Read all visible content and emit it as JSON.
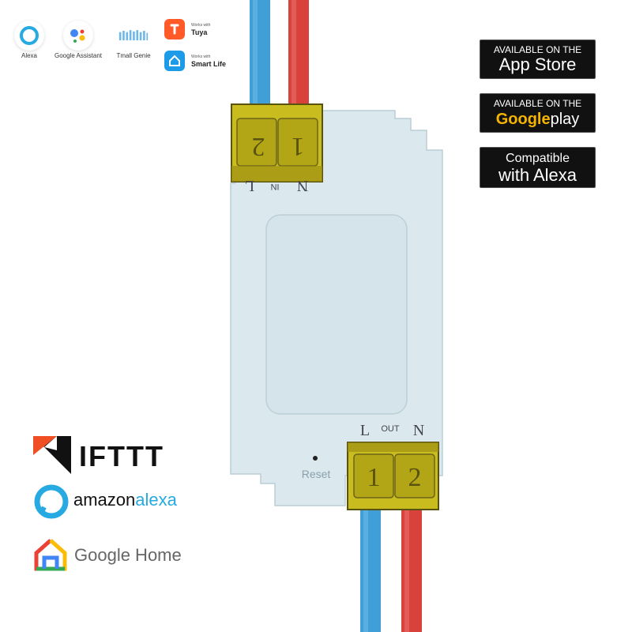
{
  "ecosystem": {
    "alexa": "Alexa",
    "google_assistant": "Google Assistant",
    "tmall": "Tmall Genie",
    "tuya_small": "Works with",
    "tuya_big": "Tuya",
    "smartlife_small": "Works with",
    "smartlife_big": "Smart Life"
  },
  "badges": {
    "appstore_line1": "AVAILABLE ON THE",
    "appstore_line2": "App Store",
    "google_line1": "AVAILABLE ON THE",
    "google_word": "Google",
    "google_play": "play",
    "alexa_line1": "Compatible",
    "alexa_line2": "with Alexa"
  },
  "device": {
    "top_label_L": "L",
    "top_label_IN": "IN",
    "top_label_N": "N",
    "bottom_label_L": "L",
    "bottom_label_OUT": "OUT",
    "bottom_label_N": "N",
    "reset_label": "Reset",
    "terminal_1": "1",
    "terminal_2": "2"
  },
  "logos": {
    "ifttt": "IFTTT",
    "amazon": "amazon",
    "alexa": "alexa",
    "google_home": "Google Home"
  },
  "colors": {
    "blue_wire": "#3f9fd6",
    "red_wire": "#d9413b",
    "housing": "#dbe9ee",
    "terminal": "#c9bc1f"
  }
}
